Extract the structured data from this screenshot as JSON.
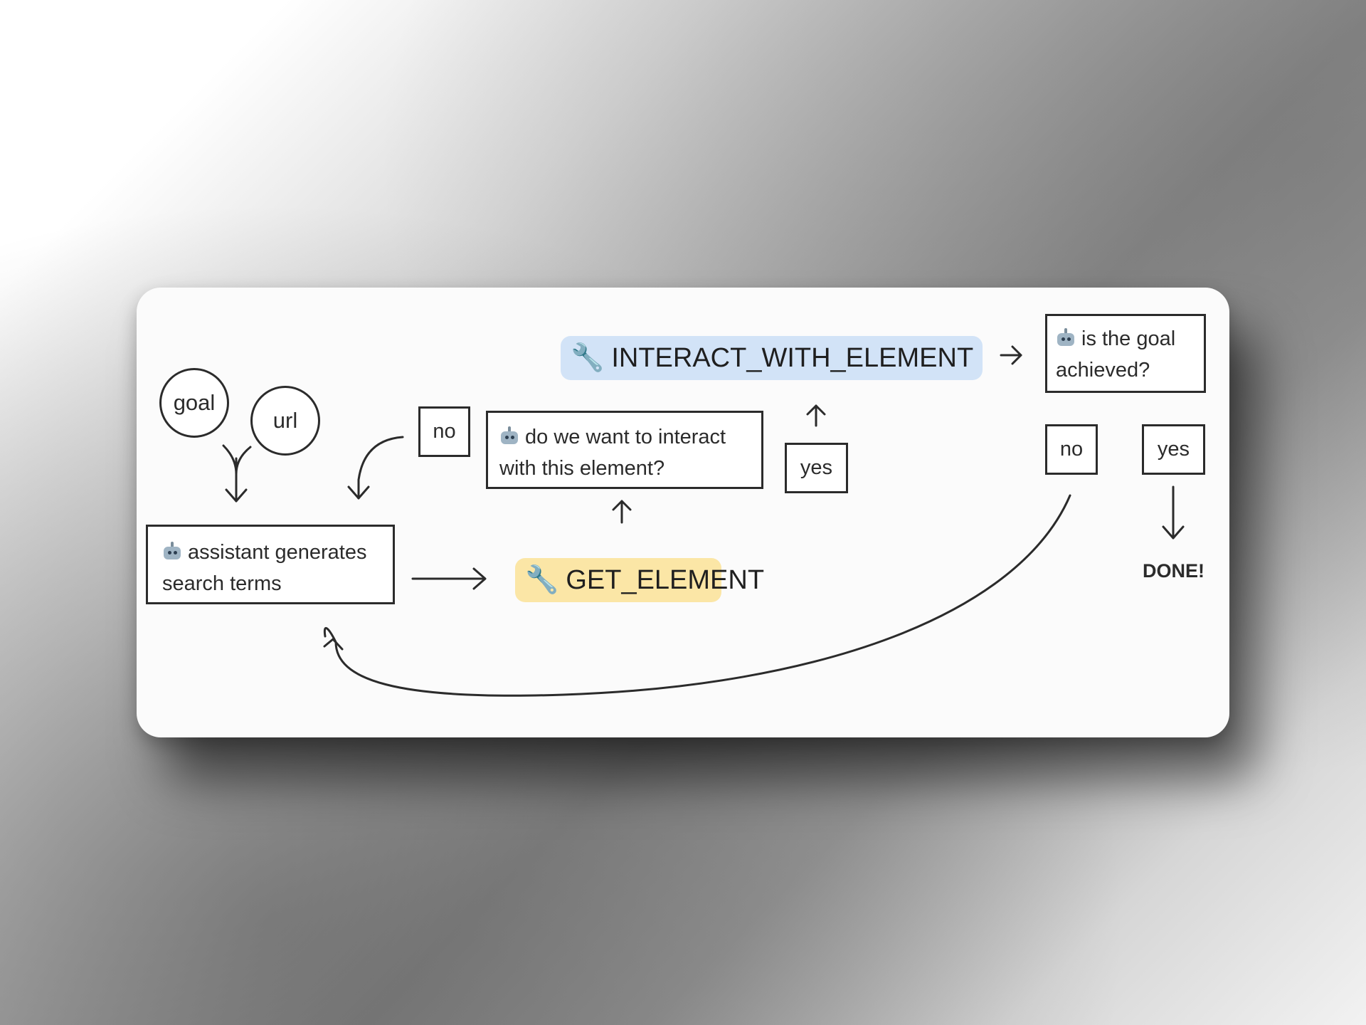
{
  "nodes": {
    "goal": "goal",
    "url": "url",
    "assistant_generates": "assistant generates search terms",
    "get_element": "GET_ELEMENT",
    "interact_question": "do we want to interact with this element?",
    "interact_with_element": "INTERACT_WITH_ELEMENT",
    "goal_achieved_question": "is the goal achieved?",
    "done": "DONE!"
  },
  "labels": {
    "no_interact": "no",
    "yes_interact": "yes",
    "no_goal": "no",
    "yes_goal": "yes"
  },
  "icons": {
    "assistant_icon": "robot-icon",
    "tool_icon": "wrench-icon"
  },
  "colors": {
    "get_element_fill": "#fbe6a6",
    "interact_fill": "#d2e3f7",
    "stroke": "#2b2b2b"
  }
}
